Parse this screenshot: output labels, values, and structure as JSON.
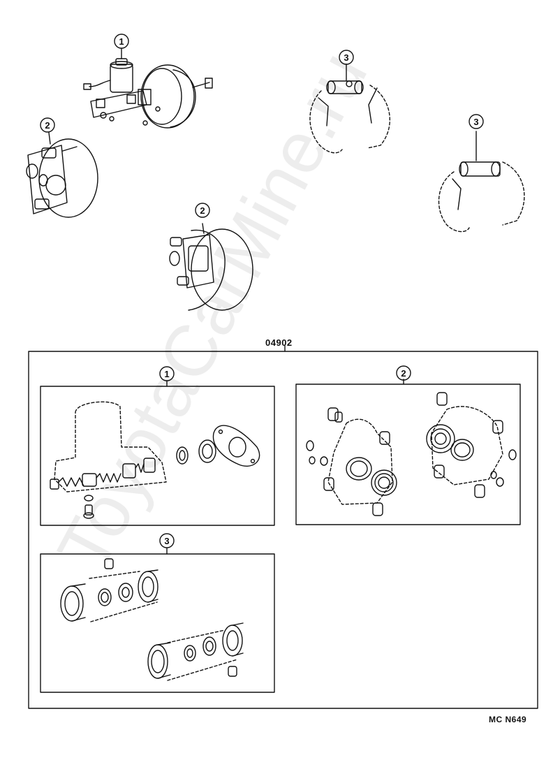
{
  "callouts": {
    "master_cylinder": "1",
    "caliper": "2",
    "wheel_cylinder": "3"
  },
  "kit": {
    "part_number": "04902"
  },
  "drawing_code": "MC N649",
  "watermark": "ToyotaCarMine.ru"
}
